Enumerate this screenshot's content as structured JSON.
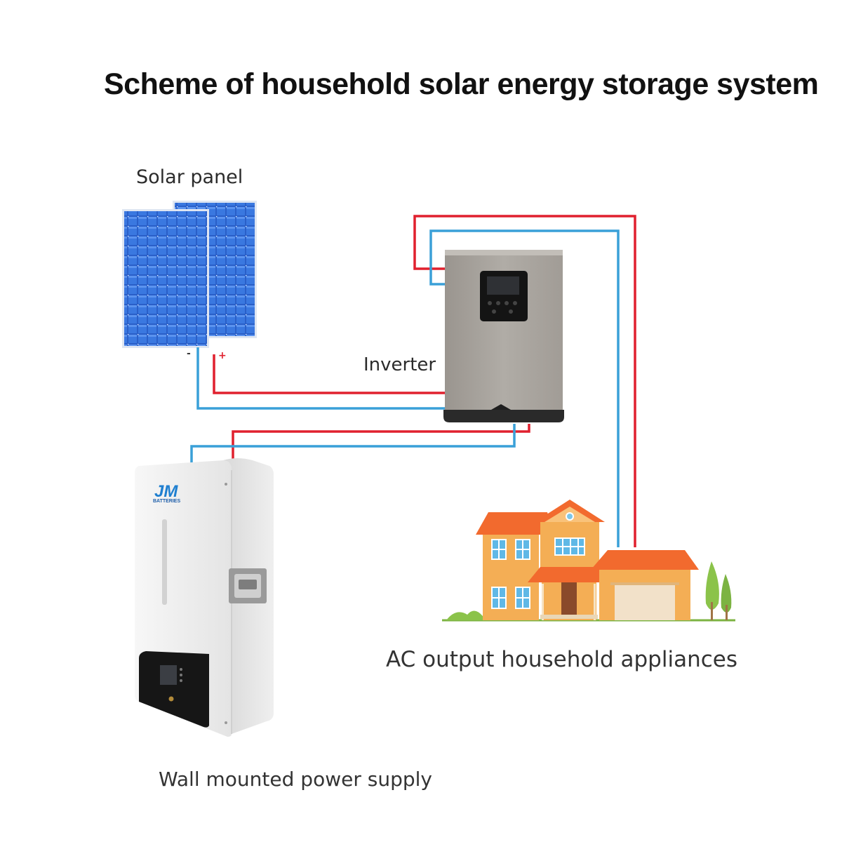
{
  "diagram": {
    "title": "Scheme of household solar energy storage system",
    "labels": {
      "solar_panel": "Solar panel",
      "inverter": "Inverter",
      "ac_output": "AC output household appliances",
      "wall_supply": "Wall mounted power supply"
    },
    "polarity": {
      "negative": "-",
      "positive": "+"
    },
    "battery_brand": {
      "logo": "JM",
      "sub": "BATTERIES"
    },
    "colors": {
      "positive_wire": "#e0202e",
      "negative_wire": "#3aa0d8",
      "panel_blue": "#2a5fc8",
      "inverter_gray": "#a7a39e",
      "roof_orange": "#f26a2e",
      "wall_orange": "#f4ae55"
    }
  }
}
